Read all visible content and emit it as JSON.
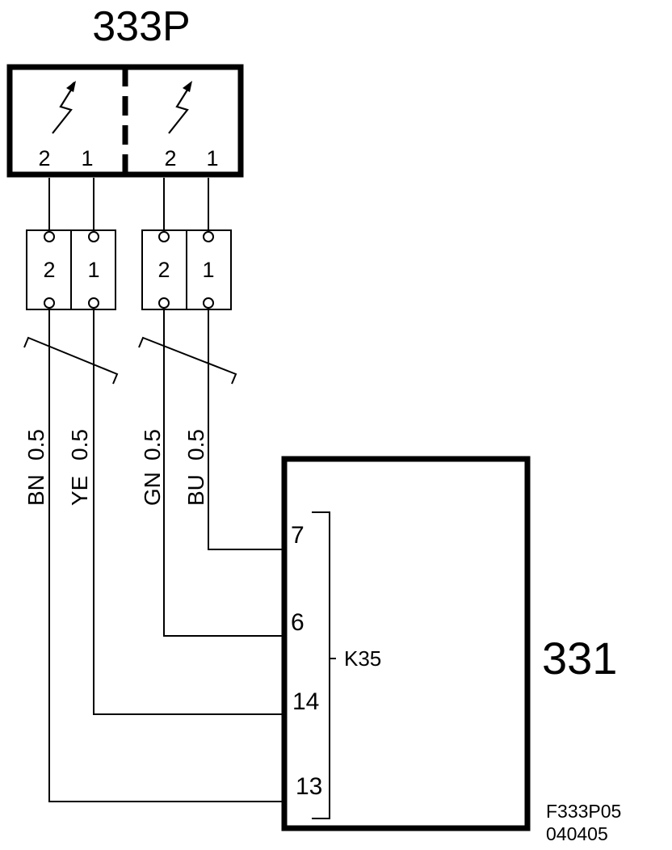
{
  "title": "333P",
  "sensor_block": {
    "left": {
      "pin_a": "2",
      "pin_b": "1"
    },
    "right": {
      "pin_a": "2",
      "pin_b": "1"
    }
  },
  "connectors": [
    {
      "label": "2"
    },
    {
      "label": "1"
    },
    {
      "label": "2"
    },
    {
      "label": "1"
    }
  ],
  "wires": [
    {
      "color": "BN",
      "size": "0.5"
    },
    {
      "color": "YE",
      "size": "0.5"
    },
    {
      "color": "GN",
      "size": "0.5"
    },
    {
      "color": "BU",
      "size": "0.5"
    }
  ],
  "control_unit": {
    "label": "331",
    "connector": "K35",
    "pins": [
      "7",
      "6",
      "14",
      "13"
    ]
  },
  "reference": {
    "code": "F333P05",
    "date": "040405"
  }
}
